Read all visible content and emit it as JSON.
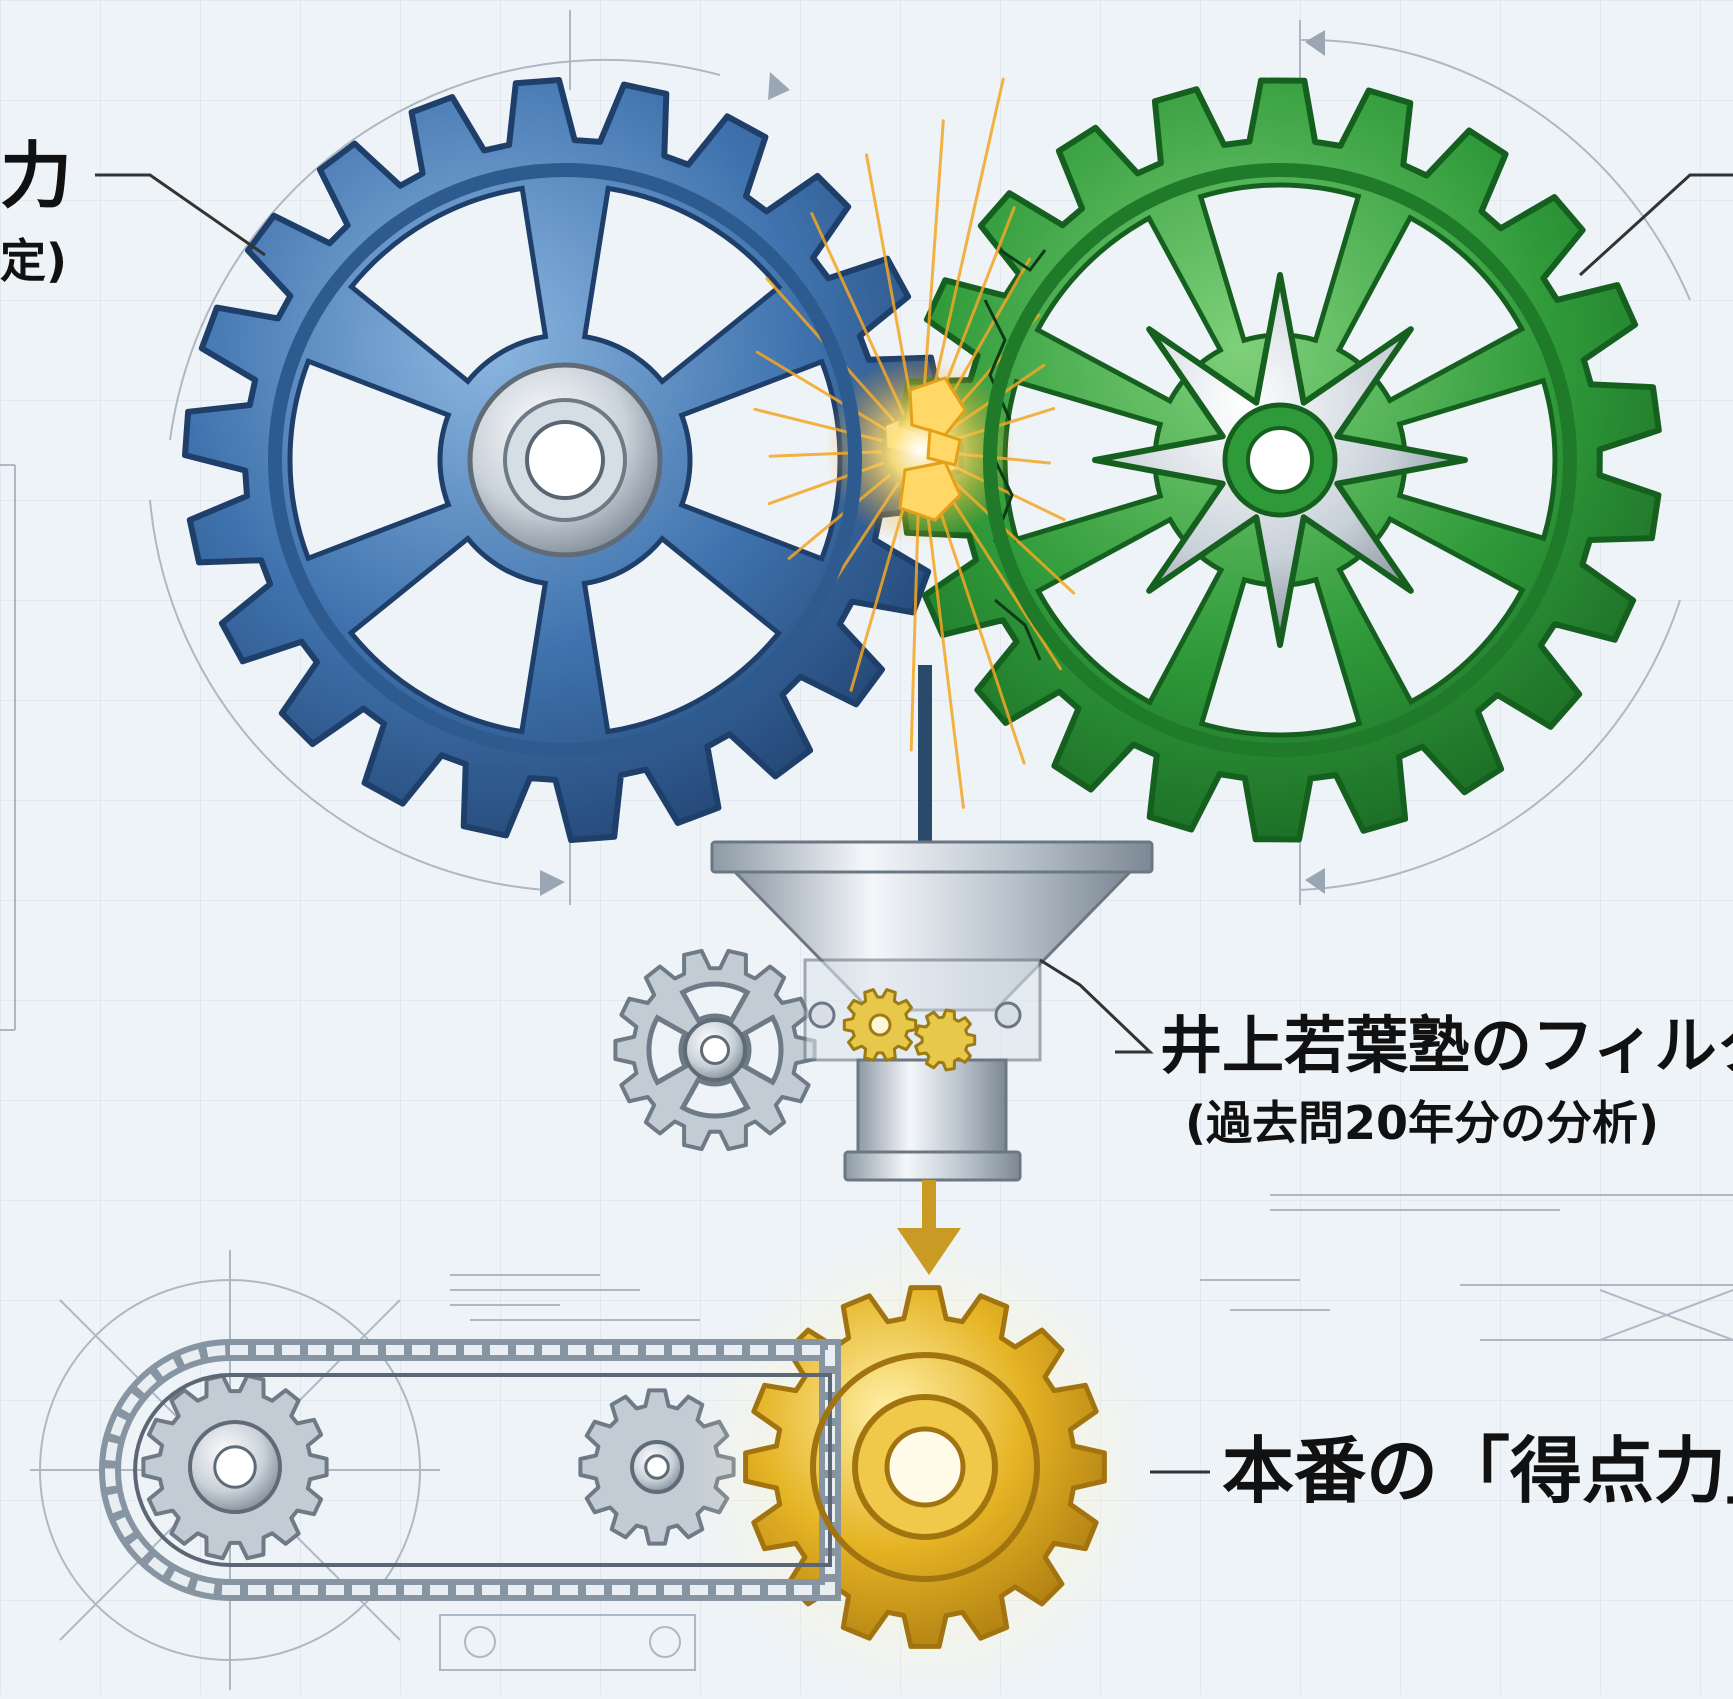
{
  "labels": {
    "left_title": "力",
    "left_sub": "定)",
    "filter_title": "井上若葉塾のフィルタ",
    "filter_sub": "(過去問20年分の分析)",
    "output_title": "本番の「得点力」"
  },
  "colors": {
    "background": "#eef3f8",
    "grid": "#d5dde7",
    "blue_gear": "#3f72ad",
    "blue_gear_dark": "#1f3f6b",
    "green_gear": "#2f9a3a",
    "green_gear_dark": "#16601f",
    "gold_gear": "#e5b324",
    "steel": "#b8c2cc",
    "spark": "#f5a623",
    "arrow_navy": "#1e3c5a",
    "arrow_gold": "#c99a24",
    "line": "#333333"
  },
  "icons": [
    "blue-gear-icon",
    "green-gear-icon",
    "gold-gear-icon",
    "funnel-icon",
    "spark-icon",
    "conveyor-belt-icon"
  ]
}
